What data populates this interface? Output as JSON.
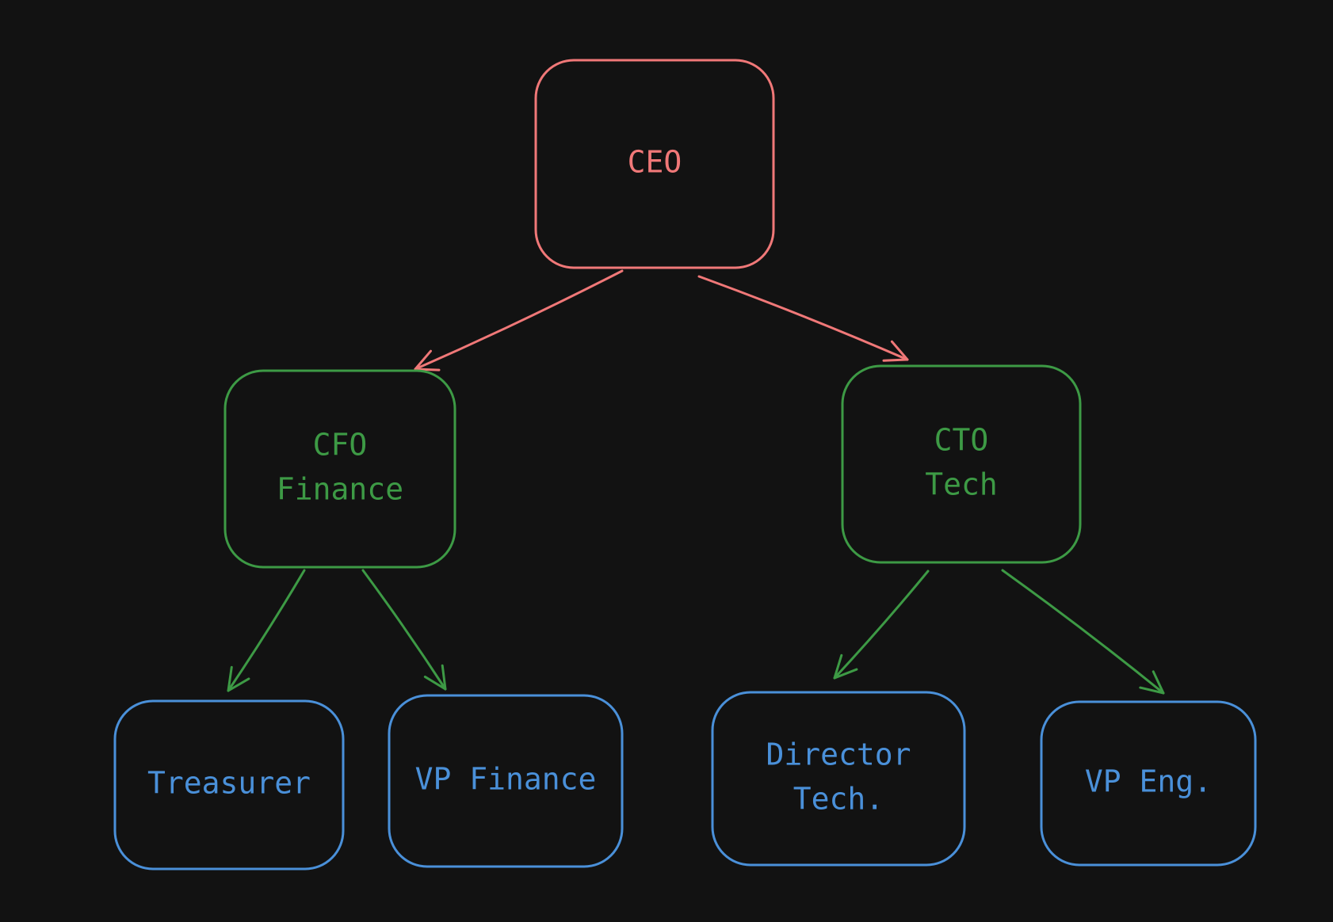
{
  "colors": {
    "background": "#121212",
    "level0": "#f07878",
    "level1": "#3d9a45",
    "level2": "#4a90d9"
  },
  "nodes": [
    {
      "id": "ceo",
      "lines": [
        "CEO"
      ],
      "level": 0
    },
    {
      "id": "cfo",
      "lines": [
        "CFO",
        "Finance"
      ],
      "level": 1
    },
    {
      "id": "cto",
      "lines": [
        "CTO",
        "Tech"
      ],
      "level": 1
    },
    {
      "id": "treasurer",
      "lines": [
        "Treasurer"
      ],
      "level": 2
    },
    {
      "id": "vp-finance",
      "lines": [
        "VP Finance"
      ],
      "level": 2
    },
    {
      "id": "director-tech",
      "lines": [
        "Director",
        "Tech."
      ],
      "level": 2
    },
    {
      "id": "vp-eng",
      "lines": [
        "VP Eng."
      ],
      "level": 2
    }
  ],
  "edges": [
    {
      "from": "ceo",
      "to": "cfo",
      "level": 0
    },
    {
      "from": "ceo",
      "to": "cto",
      "level": 0
    },
    {
      "from": "cfo",
      "to": "treasurer",
      "level": 1
    },
    {
      "from": "cfo",
      "to": "vp-finance",
      "level": 1
    },
    {
      "from": "cto",
      "to": "director-tech",
      "level": 1
    },
    {
      "from": "cto",
      "to": "vp-eng",
      "level": 1
    }
  ]
}
